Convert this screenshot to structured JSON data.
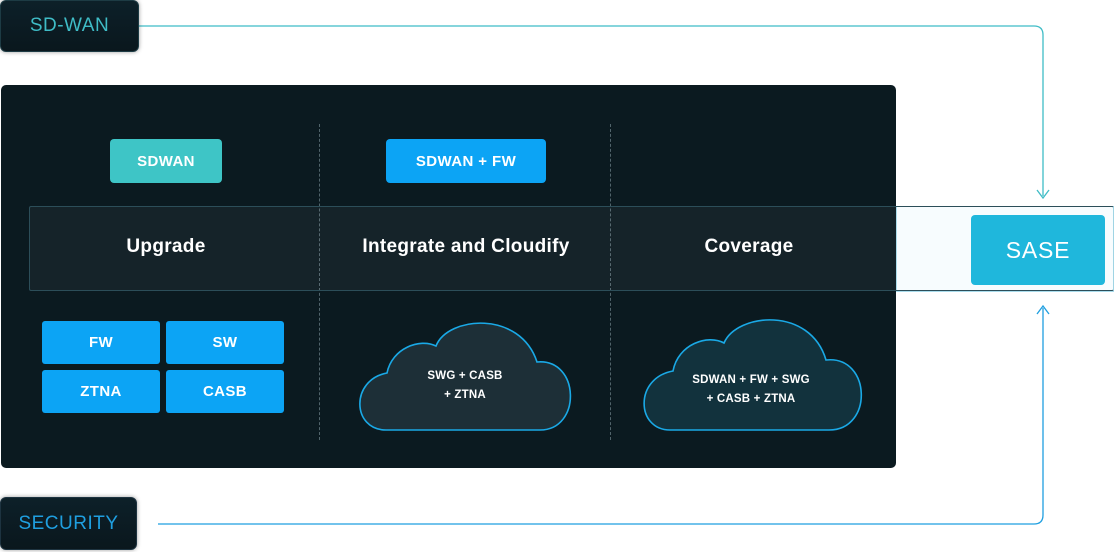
{
  "tags": {
    "sdwan": "SD-WAN",
    "security": "SECURITY"
  },
  "stages": [
    {
      "pill": "SDWAN",
      "label": "Upgrade"
    },
    {
      "pill": "SDWAN + FW",
      "label": "Integrate and Cloudify"
    },
    {
      "pill": "",
      "label": "Coverage"
    }
  ],
  "sase": "SASE",
  "grid": [
    "FW",
    "SW",
    "ZTNA",
    "CASB"
  ],
  "clouds": [
    {
      "line1": "SWG + CASB",
      "line2": "+ ZTNA"
    },
    {
      "line1": "SDWAN + FW + SWG",
      "line2": "+ CASB + ZTNA"
    }
  ],
  "colors": {
    "sdwan_teal": "#3fbcc6",
    "security_blue": "#1f9fe0",
    "sase_blue": "#1fb7dc",
    "pill_teal": "#3ec5c6",
    "pill_blue": "#0ca4f5",
    "panel_dark": "#0b1a20"
  }
}
